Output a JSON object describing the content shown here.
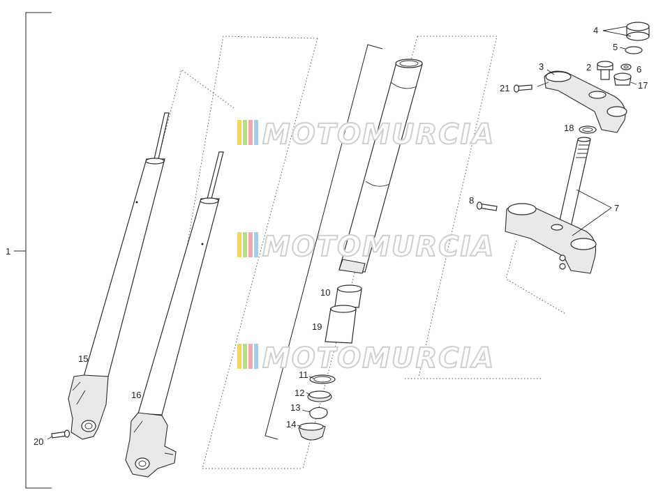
{
  "diagram": {
    "bracket_label": "1",
    "watermark": "MOTOMURCIA",
    "watermark_colors": [
      "#f2d75a",
      "#b9dc8a",
      "#f0a8a8",
      "#9fd0e8"
    ],
    "labels": {
      "l2": "2",
      "l3": "3",
      "l4": "4",
      "l5": "5",
      "l6": "6",
      "l7": "7",
      "l8": "8",
      "l10": "10",
      "l11": "11",
      "l12": "12",
      "l13": "13",
      "l14": "14",
      "l15": "15",
      "l16": "16",
      "l17": "17",
      "l18": "18",
      "l19": "19",
      "l20": "20",
      "l21": "21"
    }
  }
}
